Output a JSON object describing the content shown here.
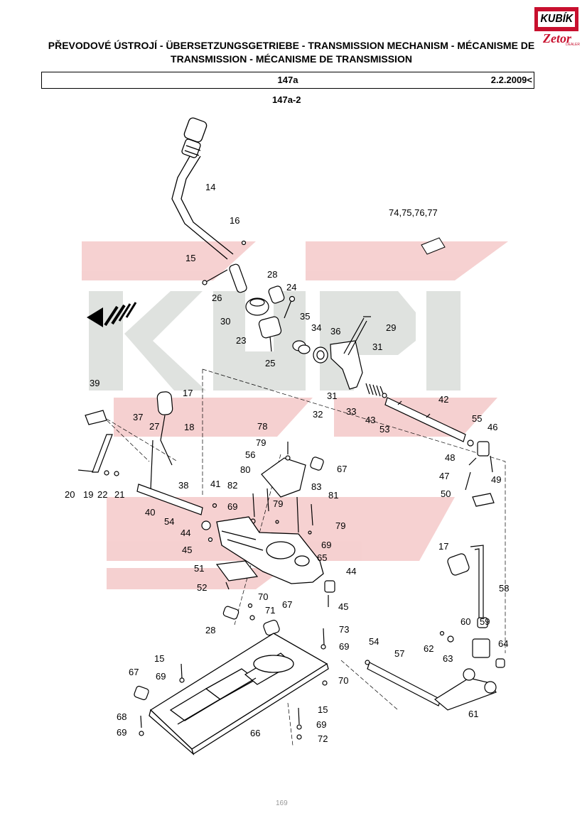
{
  "logo": {
    "brand": "KUBÍK",
    "sub": "Zetor",
    "dealer": "DEALER"
  },
  "document": {
    "title_line1": "PŘEVODOVÉ ÚSTROJÍ - ÜBERSETZUNGSGETRIEBE - TRANSMISSION MECHANISM - MÉCANISME DE",
    "title_line2": "TRANSMISSION - MÉCANISME DE TRANSMISSION",
    "sheet": "147a",
    "date": "2.2.2009<",
    "subtitle": "147a-2",
    "page_number": "169"
  },
  "colors": {
    "watermark": "#f3c9c9",
    "watermark_grey": "#d9dcd9",
    "line": "#000000",
    "logo_red": "#c8102e"
  },
  "callouts": [
    "14",
    "16",
    "15",
    "26",
    "28",
    "24",
    "30",
    "35",
    "34",
    "36",
    "29",
    "23",
    "31",
    "25",
    "74,75,76,77",
    "17",
    "39",
    "37",
    "27",
    "18",
    "31",
    "32",
    "33",
    "43",
    "53",
    "42",
    "55",
    "46",
    "78",
    "79",
    "56",
    "67",
    "48",
    "47",
    "49",
    "50",
    "80",
    "82",
    "41",
    "83",
    "81",
    "79",
    "20",
    "19",
    "22",
    "21",
    "38",
    "40",
    "54",
    "44",
    "45",
    "69",
    "79",
    "69",
    "65",
    "51",
    "52",
    "44",
    "45",
    "17",
    "58",
    "70",
    "71",
    "67",
    "28",
    "73",
    "69",
    "60",
    "59",
    "62",
    "63",
    "64",
    "54",
    "57",
    "15",
    "69",
    "70",
    "67",
    "61",
    "15",
    "69",
    "68",
    "69",
    "66",
    "72"
  ]
}
